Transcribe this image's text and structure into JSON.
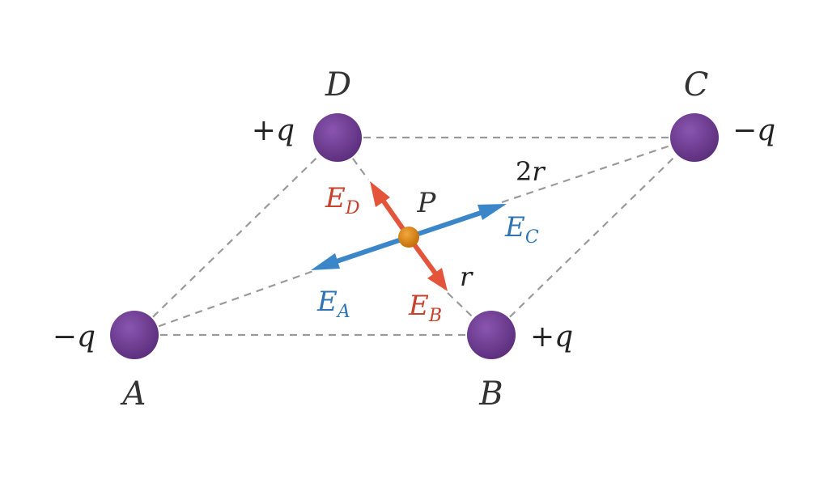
{
  "colors": {
    "charge_fill": "#6a3a8c",
    "center_fill": "#e08a12",
    "dashed_line": "#9a9a9a",
    "red_arrow": "#e4543a",
    "blue_arrow": "#3a86c8",
    "red_text": "#c8412c",
    "blue_text": "#2f74b4"
  },
  "points": {
    "A": "A",
    "B": "B",
    "C": "C",
    "D": "D",
    "P": "P"
  },
  "charges": {
    "A": {
      "sign": "−",
      "symbol": "q"
    },
    "B": {
      "sign": "+",
      "symbol": "q"
    },
    "C": {
      "sign": "−",
      "symbol": "q"
    },
    "D": {
      "sign": "+",
      "symbol": "q"
    }
  },
  "distances": {
    "PC": {
      "coef": "2",
      "symbol": "r"
    },
    "PB": {
      "coef": "",
      "symbol": "r"
    }
  },
  "fields": {
    "EA": {
      "main": "E",
      "sub": "A"
    },
    "EB": {
      "main": "E",
      "sub": "B"
    },
    "EC": {
      "main": "E",
      "sub": "C"
    },
    "ED": {
      "main": "E",
      "sub": "D"
    }
  }
}
